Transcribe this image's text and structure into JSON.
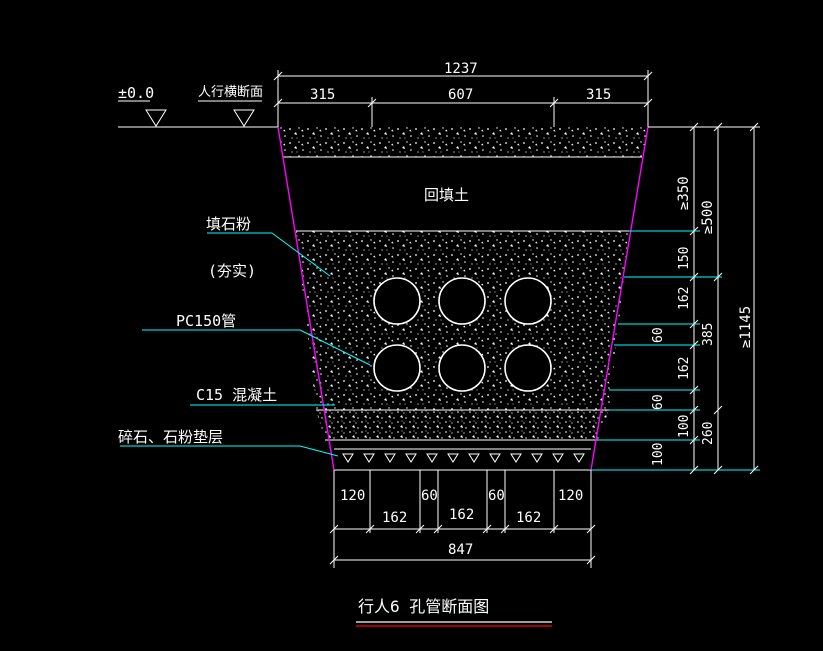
{
  "drawing": {
    "title": "行人6 孔管断面图",
    "colors": {
      "background": "#000000",
      "dimension": "#ffffff",
      "leader": "#00ffff",
      "trench_outline": "#ff00ff",
      "title_underline_1": "#ffffff",
      "title_underline_2": "#ff0000"
    },
    "levels": {
      "zero": "±0.0",
      "sidewalk_section": "人行横断面"
    },
    "top_dims": {
      "overall": "1237",
      "left": "315",
      "mid": "607",
      "right": "315"
    },
    "bottom_dims": {
      "overall": "847",
      "left_edge": "120",
      "left_pipe": "162",
      "gap1": "60",
      "mid_pipe": "162",
      "gap2": "60",
      "right_pipe": "162",
      "right_edge": "120"
    },
    "right_dims": {
      "ge350": "≥350",
      "ge500": "≥500",
      "ge1145": "≥1145",
      "d150": "150",
      "d162a": "162",
      "d60a": "60",
      "d162b": "162",
      "d385": "385",
      "d60b": "60",
      "d100a": "100",
      "d260": "260",
      "d100b": "100"
    },
    "labels": {
      "backfill": "回填土",
      "stone_powder": "填石粉",
      "compacted": "(夯实)",
      "pipe": "PC150管",
      "concrete": "C15 混凝土",
      "cushion": "碎石、石粉垫层"
    }
  }
}
